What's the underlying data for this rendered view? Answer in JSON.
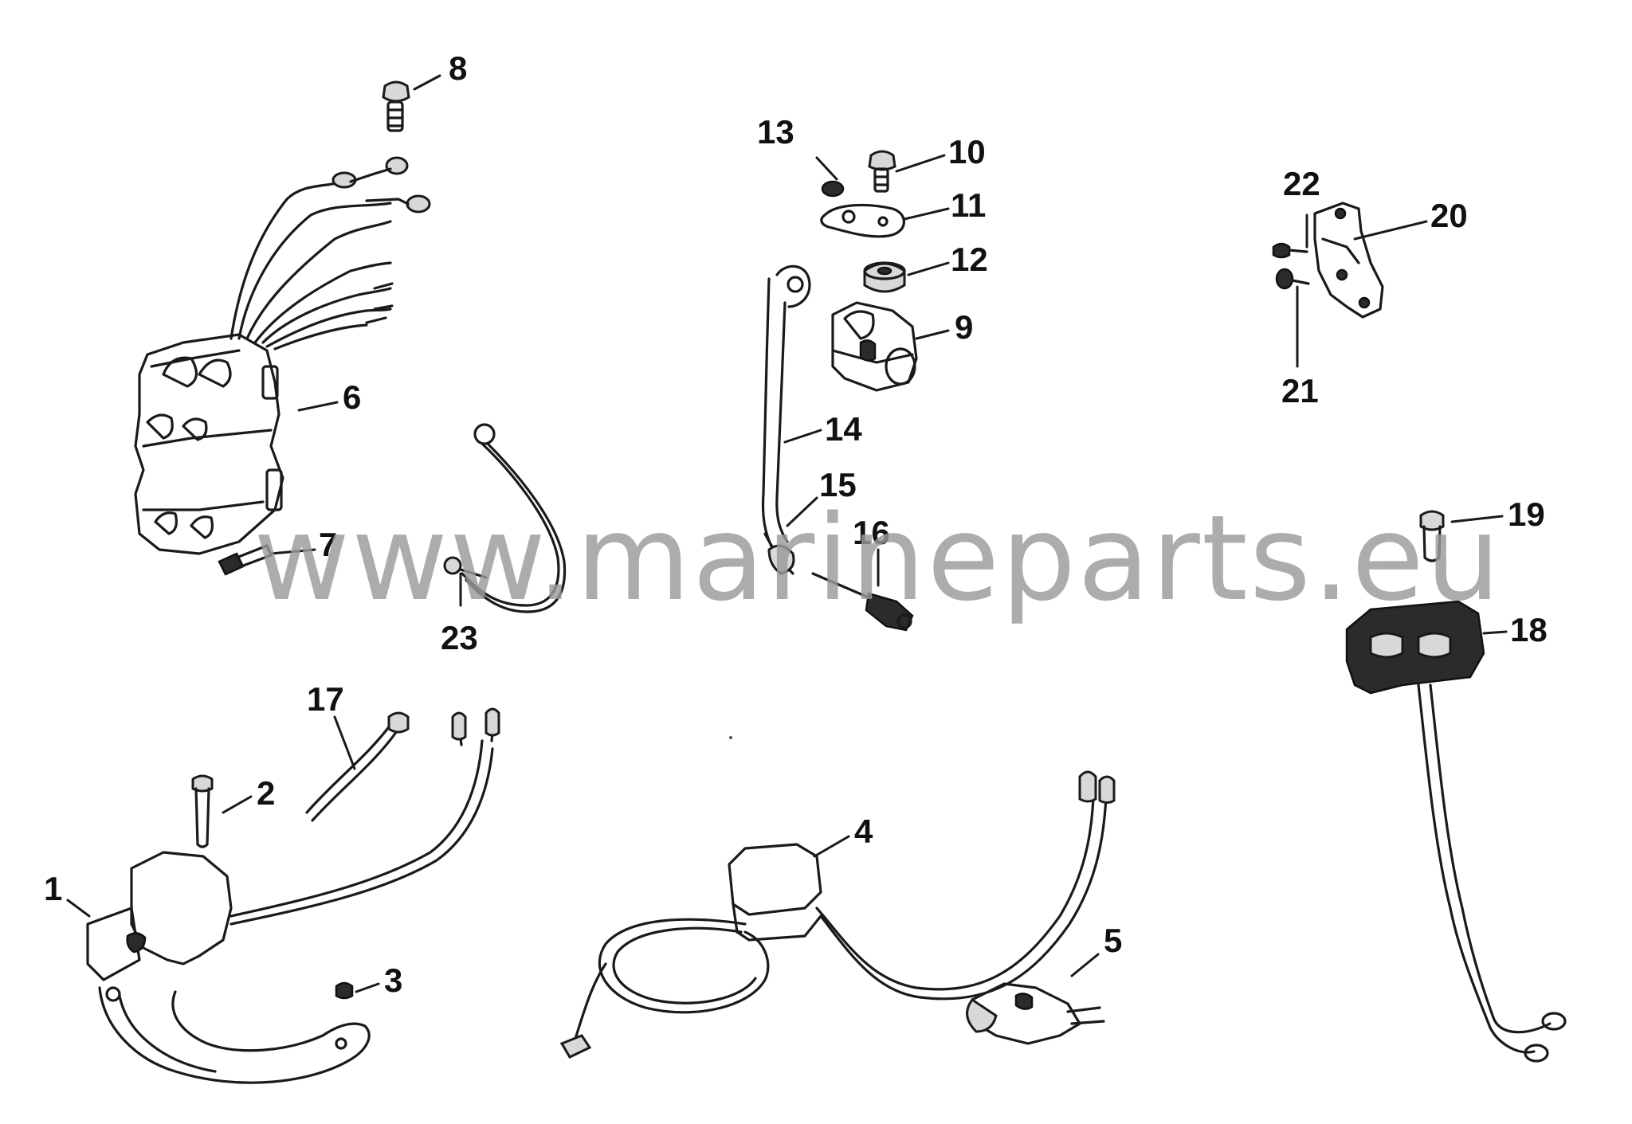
{
  "watermark": "www.marineparts.eu",
  "callouts": [
    {
      "id": "1",
      "text": "1"
    },
    {
      "id": "2",
      "text": "2"
    },
    {
      "id": "3",
      "text": "3"
    },
    {
      "id": "4",
      "text": "4"
    },
    {
      "id": "5",
      "text": "5"
    },
    {
      "id": "6",
      "text": "6"
    },
    {
      "id": "7",
      "text": "7"
    },
    {
      "id": "8",
      "text": "8"
    },
    {
      "id": "9",
      "text": "9"
    },
    {
      "id": "10",
      "text": "10"
    },
    {
      "id": "11",
      "text": "11"
    },
    {
      "id": "12",
      "text": "12"
    },
    {
      "id": "13",
      "text": "13"
    },
    {
      "id": "14",
      "text": "14"
    },
    {
      "id": "15",
      "text": "15"
    },
    {
      "id": "16",
      "text": "16"
    },
    {
      "id": "17",
      "text": "17"
    },
    {
      "id": "18",
      "text": "18"
    },
    {
      "id": "19",
      "text": "19"
    },
    {
      "id": "20",
      "text": "20"
    },
    {
      "id": "21",
      "text": "21"
    },
    {
      "id": "22",
      "text": "22"
    },
    {
      "id": "23",
      "text": "23"
    }
  ]
}
